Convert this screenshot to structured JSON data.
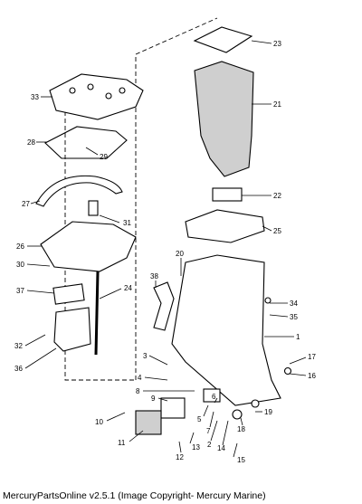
{
  "footer": {
    "text": "MercuryPartsOnline v2.5.1 (Image Copyright- Mercury Marine)"
  },
  "callouts": [
    "33",
    "28",
    "29",
    "27",
    "31",
    "26",
    "30",
    "37",
    "24",
    "32",
    "36",
    "23",
    "21",
    "22",
    "25",
    "20",
    "38",
    "34",
    "35",
    "1",
    "3",
    "4",
    "8",
    "9",
    "5",
    "7",
    "6",
    "2",
    "14",
    "15",
    "19",
    "18",
    "17",
    "16",
    "10",
    "11",
    "12",
    "13"
  ]
}
